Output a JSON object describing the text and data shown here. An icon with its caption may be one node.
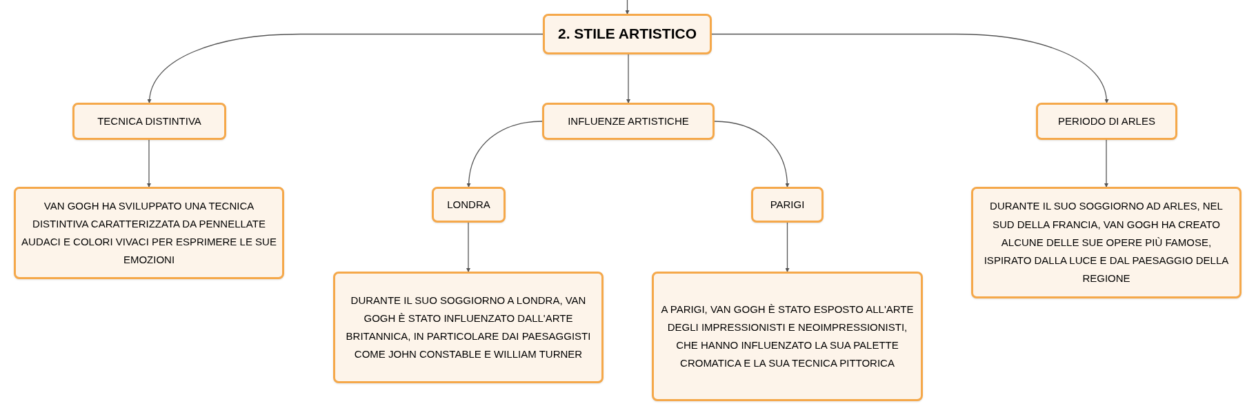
{
  "diagram": {
    "nodes": [
      {
        "text": [
          "2. STILE ARTISTICO"
        ]
      },
      {
        "text": [
          "TECNICA DISTINTIVA"
        ]
      },
      {
        "text": [
          "INFLUENZE ARTISTICHE"
        ]
      },
      {
        "text": [
          "PERIODO DI ARLES"
        ]
      },
      {
        "text": [
          "VAN GOGH HA SVILUPPATO UNA TECNICA DISTINTIVA CARATTERIZZATA DA PENNELLATE AUDACI E COLORI VIVACI PER ESPRIMERE LE SUE EMOZIONI"
        ]
      },
      {
        "text": [
          "LONDRA"
        ]
      },
      {
        "text": [
          "PARIGI"
        ]
      },
      {
        "text": [
          "DURANTE IL SUO SOGGIORNO AD ARLES, NEL SUD DELLA FRANCIA, VAN GOGH HA CREATO ALCUNE DELLE SUE OPERE PIÙ FAMOSE, ISPIRATO DALLA LUCE E DAL PAESAGGIO DELLA REGIONE"
        ]
      },
      {
        "text": [
          "DURANTE IL SUO SOGGIORNO A LONDRA, VAN GOGH È STATO INFLUENZATO DALL'ARTE BRITANNICA, IN PARTICOLARE DAI PAESAGGISTI COME JOHN CONSTABLE E WILLIAM TURNER"
        ]
      },
      {
        "text": [
          "A PARIGI, VAN GOGH È STATO ESPOSTO ALL'ARTE DEGLI IMPRESSIONISTI E NEOIMPRESSIONISTI, CHE HANNO INFLUENZATO LA SUA PALETTE CROMATICA E LA SUA TECNICA PITTORICA"
        ]
      }
    ],
    "edges": [
      {
        "from": null,
        "to": 0,
        "arrow": "to"
      },
      {
        "from": 0,
        "to": 1,
        "arrow": "to"
      },
      {
        "from": 0,
        "to": 2,
        "arrow": "to"
      },
      {
        "from": 0,
        "to": 3,
        "arrow": "to"
      },
      {
        "from": 1,
        "to": 4,
        "arrow": "to"
      },
      {
        "from": 2,
        "to": 5,
        "arrow": "to"
      },
      {
        "from": 2,
        "to": 6,
        "arrow": "to"
      },
      {
        "from": 3,
        "to": 7,
        "arrow": "to"
      },
      {
        "from": 5,
        "to": 8,
        "arrow": "to"
      },
      {
        "from": 6,
        "to": 9,
        "arrow": "to"
      }
    ]
  }
}
